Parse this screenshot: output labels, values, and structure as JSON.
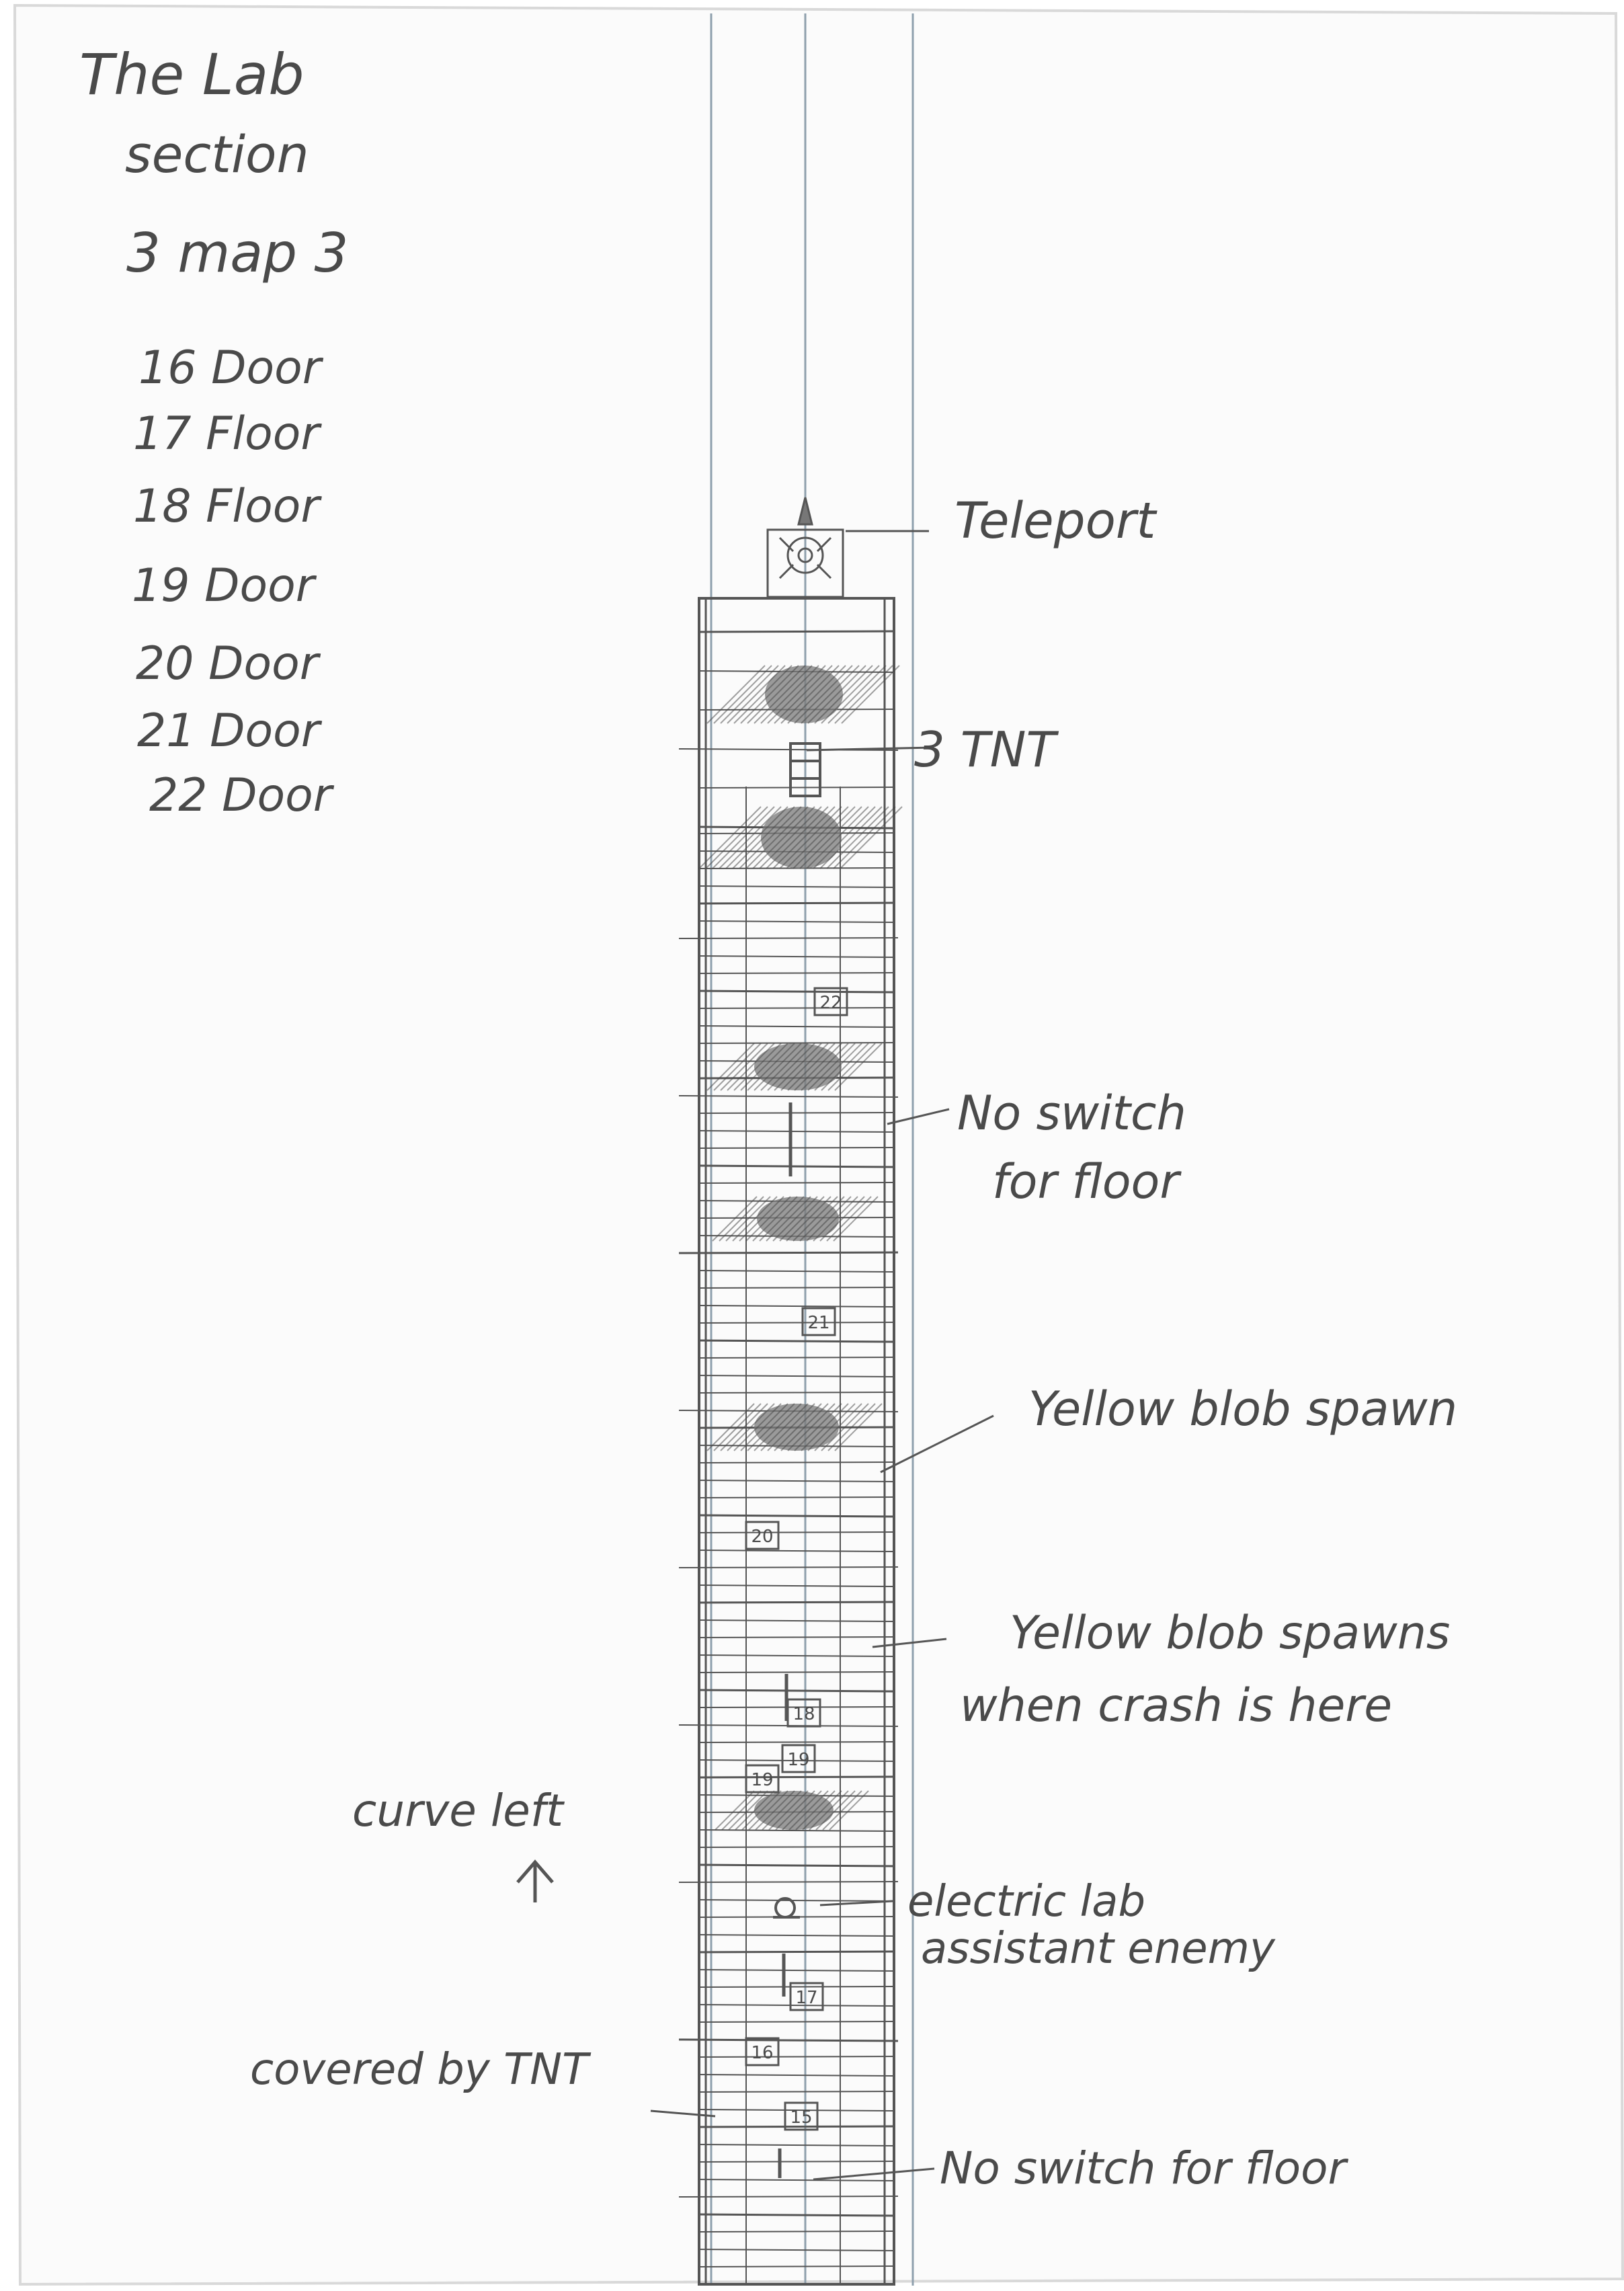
{
  "header": {
    "title": "The Lab",
    "section": "section",
    "map": "3 map 3"
  },
  "legend": [
    "16 Door",
    "17 Floor",
    "18 Floor",
    "19 Door",
    "20 Door",
    "21 Door",
    "22 Door"
  ],
  "annotations": {
    "teleport": "Teleport",
    "tnt": "3 TNT",
    "no_switch_top": [
      "No switch",
      "for floor"
    ],
    "yellow_blob_spawn": "Yellow blob spawn",
    "yellow_blob_crash": [
      "Yellow blob spawns",
      "when crash is here"
    ],
    "curve_left": "curve left",
    "lab_assistant": [
      "electric lab",
      "assistant enemy"
    ],
    "covered_tnt": "covered by TNT",
    "no_switch_bottom": "No switch for floor"
  },
  "markers": [
    "22",
    "21",
    "20",
    "18",
    "19",
    "19",
    "17",
    "16",
    "15"
  ],
  "colors": {
    "ink": "#4a4a4a",
    "grid": "#555555",
    "guide": "#8fa0ad",
    "paper": "#ffffff",
    "sheet": "#fbfbfb"
  }
}
